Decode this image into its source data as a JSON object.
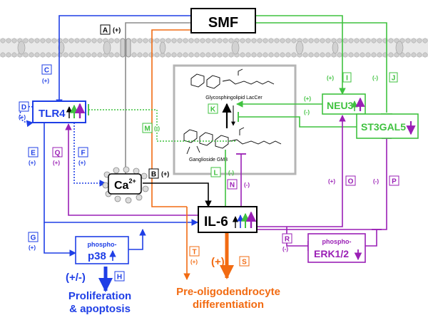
{
  "colors": {
    "blue": "#1f3fe6",
    "green": "#3fc23f",
    "purple": "#9a1fb5",
    "orange": "#f26b12",
    "gray": "#8c8c8c",
    "black": "#000000"
  },
  "nodes": {
    "smf": "SMF",
    "tlr4": "TLR4",
    "ca": "Ca",
    "ca_sup": "2+",
    "il6": "IL-6",
    "p38_top": "phospho-",
    "p38_main": "p38",
    "erk_top": "phospho-",
    "erk_main": "ERK1/2",
    "neu3": "NEU3",
    "st3gal5": "ST3GAL5",
    "lacCer": "Glycosphingolipid LacCer",
    "gm3": "Ganglioside GM3"
  },
  "outcomes": {
    "prolif_sign": "(+/-)",
    "prolif_line1": "Proliferation",
    "prolif_line2": "& apoptosis",
    "preoligo_sign": "(+)",
    "preoligo_line1": "Pre-oligodendrocyte",
    "preoligo_line2": "differentiation"
  },
  "labels": {
    "A": "A",
    "A_sign": "(+)",
    "B": "B",
    "B_sign": "(+)",
    "C": "C",
    "C_sign": "(+)",
    "D": "D",
    "D_sign": "(+)",
    "E": "E",
    "E_sign": "(+)",
    "F": "F",
    "F_sign": "(+)",
    "G": "G",
    "G_sign": "(+)",
    "H": "H",
    "I": "I",
    "I_sign": "(+)",
    "J": "J",
    "J_sign": "(-)",
    "K": "K",
    "K_sign": "(+)",
    "K_sign2": "(-)",
    "L": "L",
    "L_sign": "(-)",
    "M": "M",
    "M_sign": "(-)",
    "N": "N",
    "N_sign": "(-)",
    "O": "O",
    "O_sign": "(+)",
    "P": "P",
    "P_sign": "(-)",
    "Q": "Q",
    "Q_sign": "(+)",
    "R": "R",
    "R_sign": "(-)",
    "S": "S",
    "T": "T",
    "T_sign": "(+)"
  }
}
